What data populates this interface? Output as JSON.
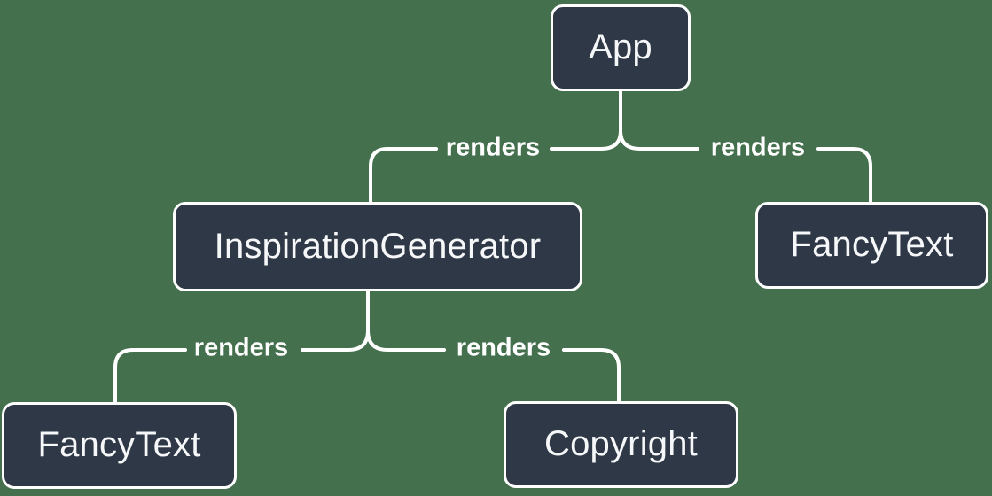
{
  "colors": {
    "background": "#45704E",
    "node_fill": "#2F3846",
    "node_border": "#FFFFFF",
    "node_text": "#F6F7F9",
    "edge_line": "#FFFFFF",
    "edge_label_text": "#FFFFFF"
  },
  "nodes": {
    "app": {
      "label": "App"
    },
    "inspiration_generator": {
      "label": "InspirationGenerator"
    },
    "fancy_text_right": {
      "label": "FancyText"
    },
    "fancy_text_left": {
      "label": "FancyText"
    },
    "copyright": {
      "label": "Copyright"
    }
  },
  "edges": {
    "app_to_inspiration_generator": {
      "label": "renders"
    },
    "app_to_fancy_text": {
      "label": "renders"
    },
    "inspiration_generator_to_fancy_text": {
      "label": "renders"
    },
    "inspiration_generator_to_copyright": {
      "label": "renders"
    }
  }
}
